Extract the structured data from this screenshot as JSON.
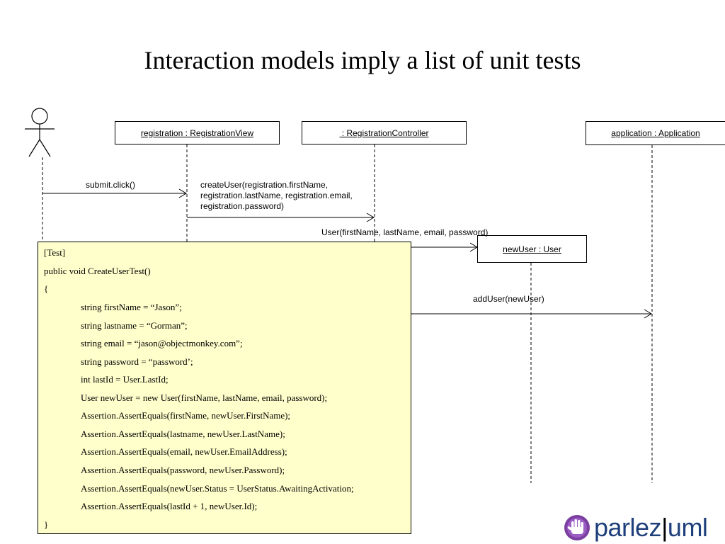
{
  "title": "Interaction models imply a list of unit tests",
  "lifelines": [
    {
      "label": "registration : RegistrationView"
    },
    {
      "label": " : RegistrationController"
    },
    {
      "label": "newUser : User"
    },
    {
      "label": "application : Application"
    }
  ],
  "messages": [
    {
      "lines": [
        "submit.click()"
      ]
    },
    {
      "lines": [
        "createUser(registration.firstName,",
        "registration.lastName, registration.email,",
        "registration.password)"
      ]
    },
    {
      "lines": [
        "User(firstName, lastName, email, password)"
      ]
    },
    {
      "lines": [
        "addUser(newUser)"
      ]
    }
  ],
  "code": {
    "lines": [
      "[Test]",
      "public void CreateUserTest()",
      "{",
      "string firstName = “Jason”;",
      "string lastname = “Gorman”;",
      "string email = “jason@objectmonkey.com”;",
      "string password = “password’;",
      "int lastId = User.LastId;",
      "User newUser = new User(firstName, lastName, email, password);",
      "Assertion.AssertEquals(firstName, newUser.FirstName);",
      "Assertion.AssertEquals(lastname, newUser.LastName);",
      "Assertion.AssertEquals(email, newUser.EmailAddress);",
      "Assertion.AssertEquals(password, newUser.Password);",
      "Assertion.AssertEquals(newUser.Status = UserStatus.AwaitingActivation;",
      "Assertion.AssertEquals(lastId + 1, newUser.Id);",
      "}"
    ]
  },
  "logo": {
    "text_left": "parlez",
    "separator": "|",
    "text_right": "uml"
  },
  "colors": {
    "note_fill": "#ffffcc",
    "logo_text": "#1f3f7a",
    "logo_badge": "#7a3fa0"
  }
}
